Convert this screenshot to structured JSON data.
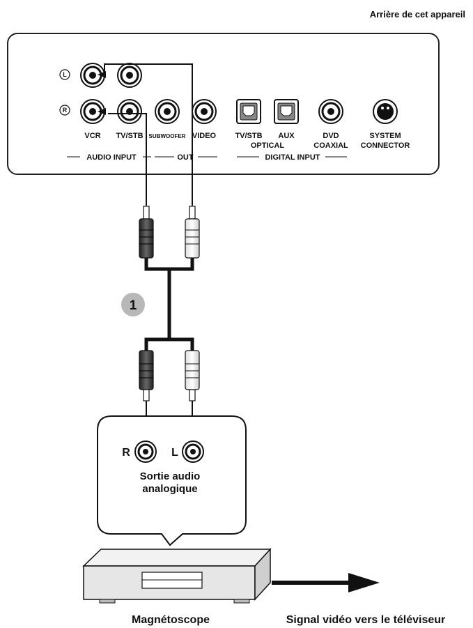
{
  "header": {
    "title": "Arrière de cet appareil"
  },
  "panel": {
    "row_marks": {
      "left": "L",
      "right": "R"
    },
    "jacks": {
      "vcr": "VCR",
      "tvstb": "TV/STB",
      "subwoofer": "SUBWOOFER",
      "video": "VIDEO",
      "opt_tvstb": "TV/STB",
      "opt_aux": "AUX",
      "coax_dvd": "DVD",
      "system": "SYSTEM",
      "connector": "CONNECTOR"
    },
    "subgroups": {
      "optical": "OPTICAL",
      "coaxial": "COAXIAL"
    },
    "groups": {
      "audio_input": "AUDIO INPUT",
      "out": "OUT",
      "digital_input": "DIGITAL INPUT"
    }
  },
  "step": {
    "number": "1"
  },
  "vcr_bubble": {
    "r": "R",
    "l": "L",
    "caption_line1": "Sortie audio",
    "caption_line2": "analogique"
  },
  "bottom": {
    "device_label": "Magnétoscope",
    "signal_label": "Signal vidéo vers le téléviseur"
  },
  "colors": {
    "ink": "#111111",
    "panel_stroke": "#222222",
    "badge": "#b8b8b8",
    "vcr_body": "#e6e6e6"
  },
  "icons": [
    "rca-jack-icon",
    "optical-jack-icon",
    "system-connector-icon",
    "rca-plug-icon",
    "vcr-device-icon",
    "arrow-right-icon"
  ]
}
